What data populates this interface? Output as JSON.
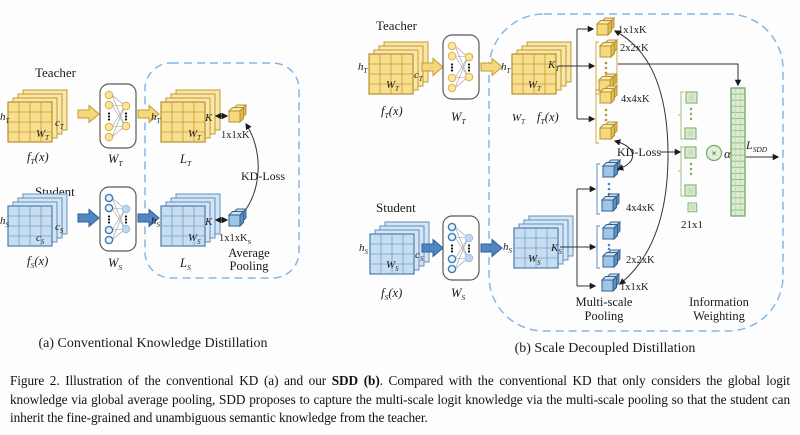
{
  "figure": {
    "caption_part1": "Figure 2. Illustration of the conventional KD (a) and our ",
    "caption_bold": "SDD (b)",
    "caption_part2": ". Compared with the conventional KD that only considers the global logit knowledge via global average pooling, SDD proposes to capture the multi-scale logit knowledge via the multi-scale pooling so that the student can inherit the fine-grained and unambiguous semantic knowledge from the teacher."
  },
  "panel_a": {
    "caption": "(a) Conventional Knowledge Distillation",
    "teacher": "Teacher",
    "student": "Student",
    "kd_loss": "KD-Loss",
    "pool1": "Average",
    "pool2": "Pooling"
  },
  "panel_b": {
    "caption": "(b) Scale Decoupled Distillation",
    "teacher": "Teacher",
    "student": "Student",
    "kd_loss": "KD-Loss",
    "pool1": "Multi-scale",
    "pool2": "Pooling",
    "weight1": "Information",
    "weight2": "Weighting",
    "vec_dim": "21x1",
    "alpha": "α",
    "times": "×"
  },
  "sym": {
    "hT": {
      "b": "h",
      "s": "T"
    },
    "wT": {
      "b": "W",
      "s": "T"
    },
    "cT": {
      "b": "c",
      "s": "T"
    },
    "fT": {
      "b": "f",
      "s": "T",
      "t": "(x)"
    },
    "LT": {
      "b": "L",
      "s": "T"
    },
    "K": {
      "b": "K"
    },
    "KT": {
      "b": "K",
      "s": "T"
    },
    "hS": {
      "b": "h",
      "s": "S"
    },
    "wS": {
      "b": "W",
      "s": "S"
    },
    "cS": {
      "b": "c",
      "s": "S"
    },
    "fS": {
      "b": "f",
      "s": "S",
      "t": "(x)"
    },
    "LS": {
      "b": "L",
      "s": "S"
    },
    "KS": {
      "b": "K",
      "s": "S"
    },
    "LSDD": {
      "b": "L",
      "s": "SDD"
    },
    "k1": "1x1xK",
    "k2": "2x2xK",
    "k4": "4x4xK",
    "k1s": {
      "b": "1x1xK",
      "s": "S"
    }
  },
  "colors": {
    "teacher_fill": "#F8DF8F",
    "teacher_stroke": "#B8922E",
    "student_fill": "#C7DDF0",
    "student_stroke": "#5E8FBF",
    "green_fill": "#DCEBD4",
    "green_stroke": "#76A861",
    "dashed_border": "#85B7E8"
  }
}
